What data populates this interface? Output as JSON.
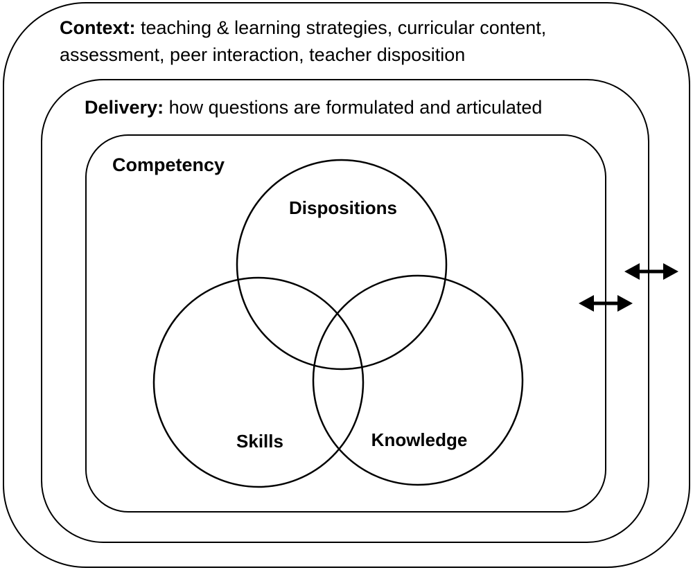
{
  "context": {
    "title": "Context:",
    "line1": " teaching & learning strategies, curricular content,",
    "line2": "assessment, peer interaction, teacher disposition"
  },
  "delivery": {
    "title": "Delivery:",
    "text": " how questions are formulated and articulated"
  },
  "competency": {
    "title": "Competency"
  },
  "circles": {
    "dispositions": "Dispositions",
    "skills": "Skills",
    "knowledge": "Knowledge"
  },
  "colors": {
    "stroke": "#000000",
    "background": "#ffffff"
  },
  "icons": [
    "double-arrow-icon",
    "double-arrow-icon"
  ]
}
